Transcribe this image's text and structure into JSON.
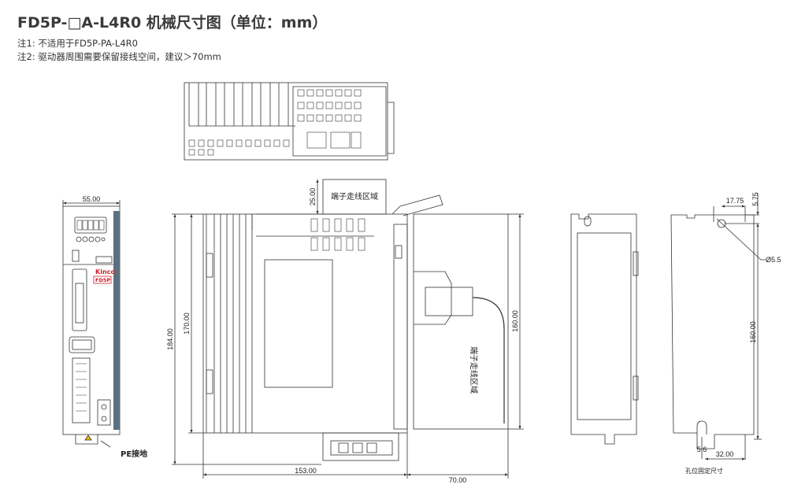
{
  "title": "FD5P-□A-L4R0 机械尺寸图（单位：mm）",
  "notes": [
    "注1: 不适用于FD5P-PA-L4R0",
    "注2: 驱动器周围需要保留接线空间，建议＞70mm"
  ],
  "front_view": {
    "width_dim": "55.00",
    "brand": "Kinco",
    "model": "FD5P",
    "pe_label": "PE接地"
  },
  "side_view": {
    "height_total": "184.00",
    "height_body": "170.00",
    "depth": "153.00",
    "cable_depth": "70.00",
    "top_clearance": "25.00",
    "top_area_label": "端子走线区域",
    "cable_area_label": "端子走线区域",
    "cable_area_height": "160.00"
  },
  "back_view": {},
  "mount_view": {
    "hole_offset_x": "17.75",
    "hole_offset_y": "5.75",
    "hole_dia": "Ø5.5",
    "hole_pitch": "160.00",
    "slot_width": "5.6",
    "slot_offset": "32.00",
    "caption": "孔位固定尺寸"
  },
  "colors": {
    "line": "#333333",
    "brand_red": "#d0202a",
    "side_stripe": "#5a7080"
  }
}
